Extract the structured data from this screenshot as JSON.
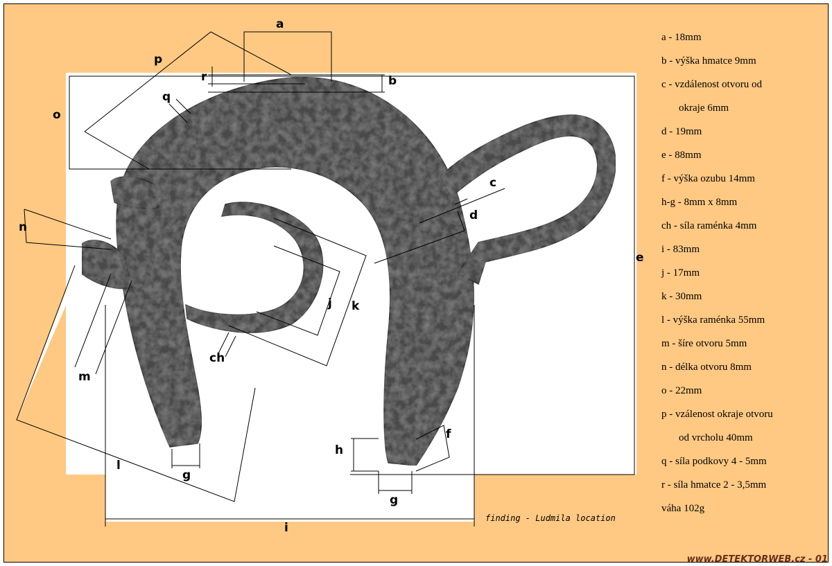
{
  "legend": [
    "a - 18mm",
    "b - výška hmatce 9mm",
    "c - vzdálenost otvoru od",
    "okraje 6mm",
    "d - 19mm",
    "e - 88mm",
    "f - výška ozubu 14mm",
    "h-g - 8mm x 8mm",
    "ch - síla raménka 4mm",
    "i - 83mm",
    "j - 17mm",
    "k - 30mm",
    "l - výška raménka 55mm",
    "m - šíre otvoru 5mm",
    "n - délka otvoru 8mm",
    "o - 22mm",
    "p - vzálenost okraje otvoru",
    "od vrcholu 40mm",
    "q - síla podkovy 4 - 5mm",
    "r - síla hmatce 2 - 3,5mm",
    "váha 102g"
  ],
  "labels": {
    "a": "a",
    "b": "b",
    "c": "c",
    "d": "d",
    "e": "e",
    "f": "f",
    "g1": "g",
    "g2": "g",
    "h": "h",
    "i": "i",
    "j": "j",
    "k": "k",
    "l": "l",
    "m": "m",
    "n": "n",
    "o": "o",
    "p": "p",
    "q": "q",
    "r": "r",
    "ch": "ch"
  },
  "caption": "finding - Ludmila location",
  "watermark": "www.DETEKTORWEB.cz - 01",
  "colors": {
    "background": "#ffc983",
    "photo_bg": "#ffffff",
    "iron": "#4a4a4a",
    "watermark": "#6b2e1a"
  }
}
